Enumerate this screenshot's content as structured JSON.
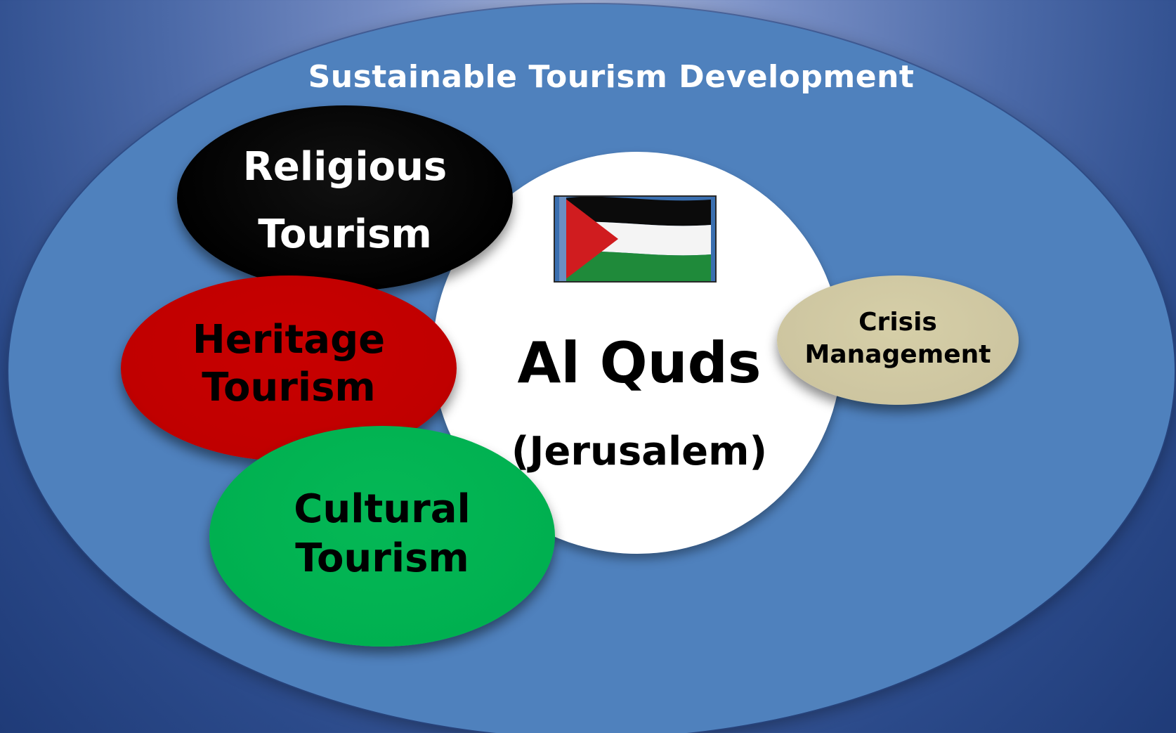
{
  "diagram": {
    "title": "Sustainable Tourism Development",
    "center": {
      "title": "Al Quds",
      "subtitle": "(Jerusalem)",
      "flag_icon": "palestine-flag-icon"
    },
    "nodes": [
      {
        "line1": "Religious",
        "line2": "Tourism",
        "color": "#000000"
      },
      {
        "line1": "Heritage",
        "line2": "Tourism",
        "color": "#c00000"
      },
      {
        "line1": "Cultural",
        "line2": "Tourism",
        "color": "#00b050"
      },
      {
        "line1": "Crisis",
        "line2": "Management",
        "color": "#cdc5a0"
      }
    ],
    "colors": {
      "outer": "#4f81bd",
      "center": "#ffffff",
      "flag_black": "#000000",
      "flag_white": "#ffffff",
      "flag_green": "#1f8a3a",
      "flag_red": "#d01c1f"
    }
  }
}
